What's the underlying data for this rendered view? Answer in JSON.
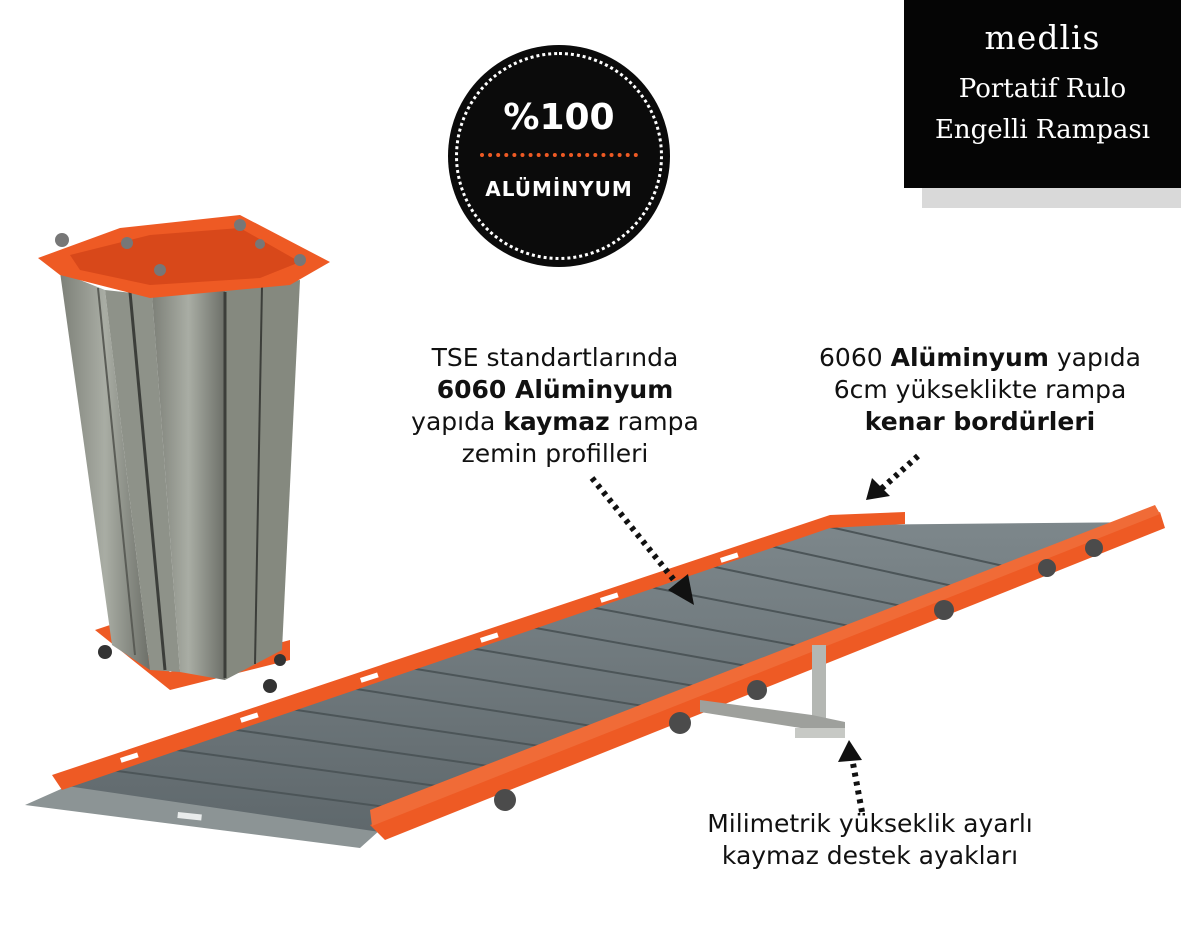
{
  "brand": {
    "name": "medlis",
    "subtitle_line1": "Portatif Rulo",
    "subtitle_line2": "Engelli Rampası"
  },
  "badge": {
    "percent": "%100",
    "material": "ALÜMİNYUM"
  },
  "callouts": {
    "profiles": {
      "line1": "TSE standartlarında",
      "line2_bold": "6060 Alüminyum",
      "line3_pre": "yapıda ",
      "line3_bold": "kaymaz",
      "line3_post": " rampa",
      "line4": "zemin profilleri"
    },
    "borders": {
      "line1_pre": "6060 ",
      "line1_bold": "Alüminyum",
      "line1_post": " yapıda",
      "line2": "6cm yükseklikte rampa",
      "line3_bold": "kenar bordürleri"
    },
    "feet": {
      "line1": "Milimetrik yükseklik ayarlı",
      "line2": "kaymaz destek ayakları"
    }
  },
  "colors": {
    "accent": "#ee5a24",
    "panel": "#6f787c",
    "aluminum": "#9ea39b",
    "dark": "#050505"
  }
}
